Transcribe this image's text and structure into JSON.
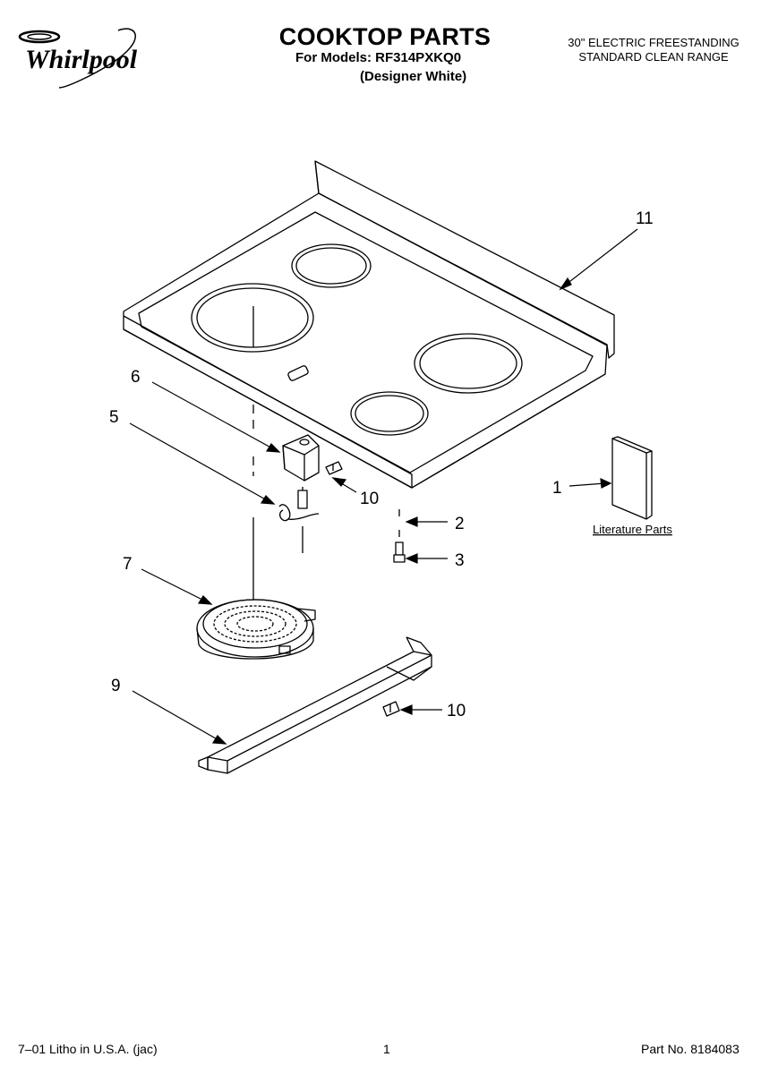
{
  "header": {
    "brand": "Whirlpool",
    "title": "COOKTOP PARTS",
    "models_line": "For Models: RF314PXKQ0",
    "finish_line": "(Designer White)",
    "range_line1": "30\" ELECTRIC FREESTANDING",
    "range_line2": "STANDARD CLEAN RANGE"
  },
  "callouts": {
    "c1": "1",
    "c2": "2",
    "c3": "3",
    "c5": "5",
    "c6": "6",
    "c7": "7",
    "c9": "9",
    "c10a": "10",
    "c10b": "10",
    "c11": "11"
  },
  "labels": {
    "literature": "Literature Parts"
  },
  "footer": {
    "left": "7–01 Litho in U.S.A. (jac)",
    "page": "1",
    "part_no": "Part No. 8184083"
  }
}
